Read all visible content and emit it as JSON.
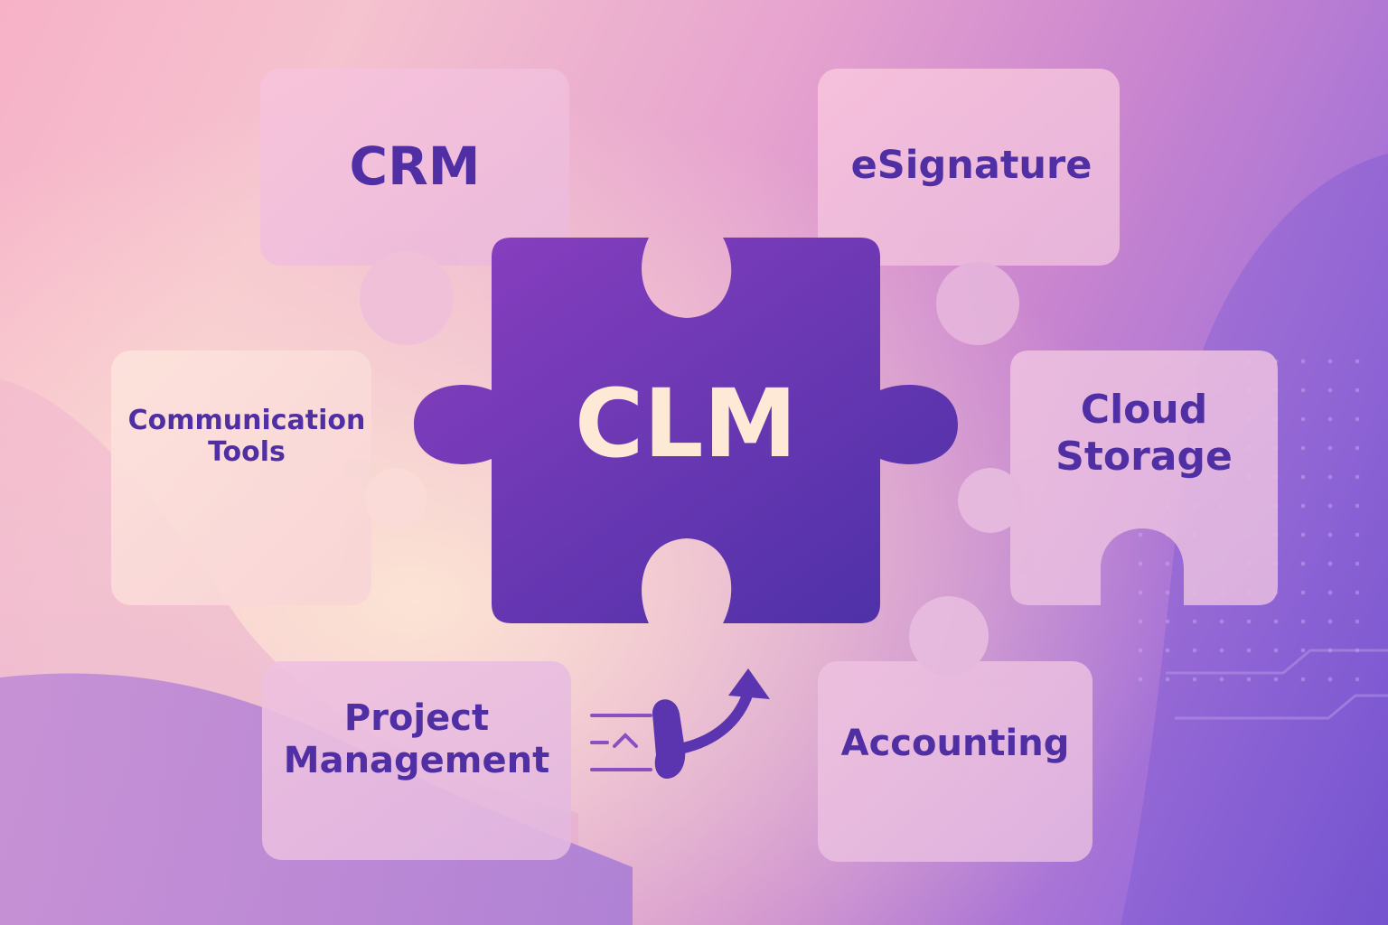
{
  "center": {
    "label": "CLM"
  },
  "pieces": {
    "crm": {
      "label": "CRM"
    },
    "esignature": {
      "label": "eSignature"
    },
    "communication": {
      "line1": "Communication",
      "line2": "Tools"
    },
    "cloud": {
      "line1": "Cloud",
      "line2": "Storage"
    },
    "project": {
      "line1": "Project",
      "line2": "Management"
    },
    "accounting": {
      "label": "Accounting"
    }
  },
  "icons": {
    "arrow": "curved-arrow-icon",
    "lines": "speed-lines-icon"
  },
  "colors": {
    "center_fill_start": "#8a3fc0",
    "center_fill_end": "#4f32a6",
    "center_text": "#fde9d6",
    "label_text": "#4f2fa3",
    "piece_fill": "#f6c6dc"
  }
}
